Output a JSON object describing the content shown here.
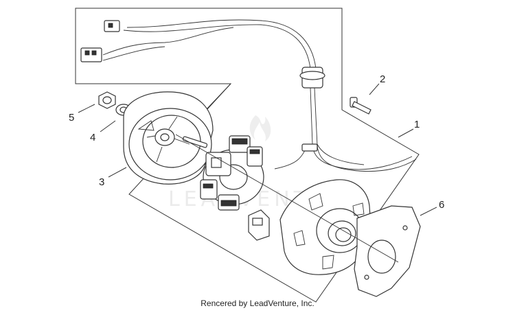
{
  "callouts": [
    {
      "id": "1",
      "label": "1"
    },
    {
      "id": "2",
      "label": "2"
    },
    {
      "id": "3",
      "label": "3"
    },
    {
      "id": "4",
      "label": "4"
    },
    {
      "id": "5",
      "label": "5"
    },
    {
      "id": "6",
      "label": "6"
    }
  ],
  "watermark": {
    "text": "LEADVENTURE"
  },
  "footer": {
    "text": "Rencered by LeadVenture, Inc."
  },
  "colors": {
    "line": "#333333",
    "watermark": "#ebebeb",
    "background": "#ffffff"
  }
}
